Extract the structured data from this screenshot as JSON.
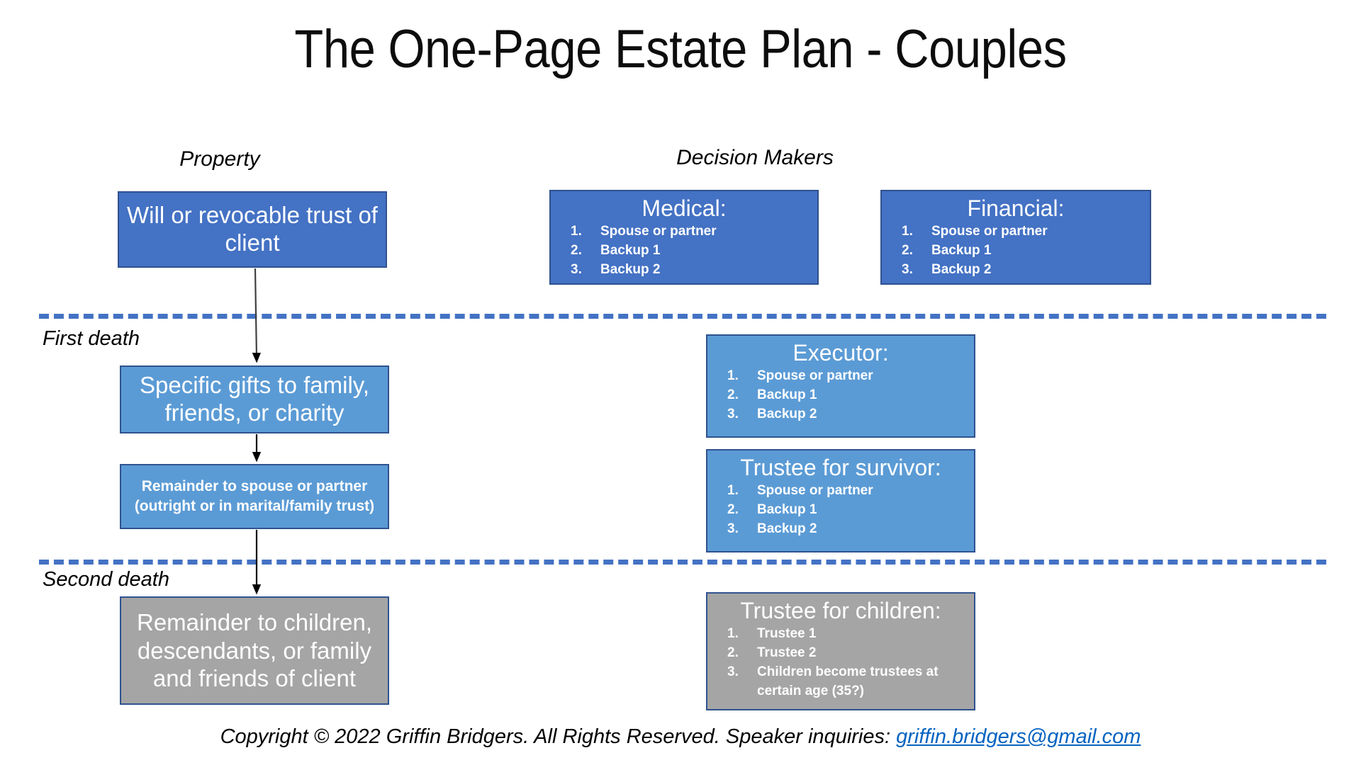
{
  "title": "The One-Page Estate Plan - Couples",
  "columns": {
    "property_header": "Property",
    "decision_header": "Decision Makers"
  },
  "phases": {
    "first": "First death",
    "second": "Second death"
  },
  "colors": {
    "dark_blue": "#4472C4",
    "light_blue": "#5B9BD5",
    "gray": "#A5A5A5",
    "border_blue": "#2F528F",
    "link_blue": "#0563C1"
  },
  "property_flow": [
    {
      "id": "will",
      "text": "Will or revocable trust of client",
      "fill": "dark_blue"
    },
    {
      "id": "gifts",
      "text": "Specific gifts to family, friends, or charity",
      "fill": "light_blue"
    },
    {
      "id": "remainder-spouse",
      "text": "Remainder to spouse or partner (outright or in marital/family trust)",
      "fill": "light_blue"
    },
    {
      "id": "remainder-children",
      "text": "Remainder to children, descendants, or family and friends of client",
      "fill": "gray"
    }
  ],
  "decision_makers": [
    {
      "id": "medical",
      "title": "Medical:",
      "fill": "dark_blue",
      "items": [
        "Spouse or partner",
        "Backup 1",
        "Backup 2"
      ]
    },
    {
      "id": "financial",
      "title": "Financial:",
      "fill": "dark_blue",
      "items": [
        "Spouse or partner",
        "Backup 1",
        "Backup 2"
      ]
    },
    {
      "id": "executor",
      "title": "Executor:",
      "fill": "light_blue",
      "items": [
        "Spouse or partner",
        "Backup 1",
        "Backup 2"
      ]
    },
    {
      "id": "trustee-survivor",
      "title": "Trustee for survivor:",
      "fill": "light_blue",
      "items": [
        "Spouse or partner",
        "Backup 1",
        "Backup 2"
      ]
    },
    {
      "id": "trustee-children",
      "title": "Trustee for children:",
      "fill": "gray",
      "items": [
        "Trustee 1",
        "Trustee 2",
        "Children become trustees at certain age (35?)"
      ]
    }
  ],
  "footer": {
    "text": "Copyright © 2022 Griffin Bridgers.  All Rights Reserved. Speaker inquiries: ",
    "email": "griffin.bridgers@gmail.com"
  }
}
